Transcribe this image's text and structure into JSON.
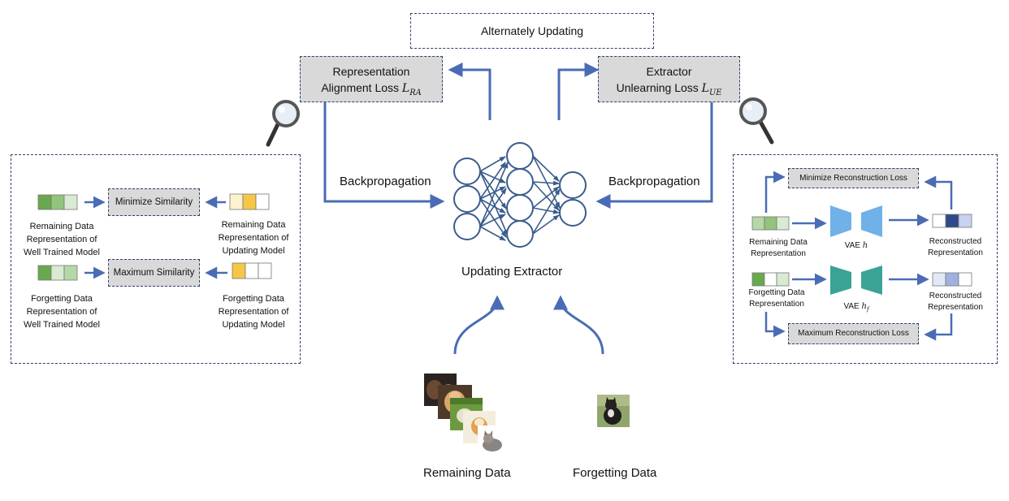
{
  "header": {
    "alternately_updating": "Alternately Updating"
  },
  "losses": {
    "ra": {
      "line1": "Representation",
      "line2_prefix": "Alignment Loss ",
      "symbol": "L",
      "subscript": "RA"
    },
    "ue": {
      "line1": "Extractor",
      "line2_prefix": "Unlearning Loss ",
      "symbol": "L",
      "subscript": "UE"
    }
  },
  "center": {
    "backprop_left": "Backpropagation",
    "backprop_right": "Backpropagation",
    "extractor_label": "Updating Extractor",
    "remaining_data": "Remaining Data",
    "forgetting_data": "Forgetting Data"
  },
  "left_panel": {
    "minimize_similarity": "Minimize Similarity",
    "maximum_similarity": "Maximum Similarity",
    "remaining_wtm": [
      "Remaining Data",
      "Representation of",
      "Well Trained Model"
    ],
    "remaining_upd": [
      "Remaining Data",
      "Representation of",
      "Updating Model"
    ],
    "forgetting_wtm": [
      "Forgetting Data",
      "Representation of",
      "Well Trained Model"
    ],
    "forgetting_upd": [
      "Forgetting Data",
      "Representation of",
      "Updating Model"
    ]
  },
  "right_panel": {
    "minimize_reconstruction": "Minimize Reconstruction Loss",
    "maximum_reconstruction": "Maximum Reconstruction Loss",
    "remaining_rep": [
      "Remaining Data",
      "Representation"
    ],
    "forgetting_rep": [
      "Forgetting Data",
      "Representation"
    ],
    "reconstructed_1": [
      "Reconstructed",
      "Representation"
    ],
    "reconstructed_2": [
      "Reconstructed",
      "Representation"
    ],
    "vae_h_prefix": "VAE ",
    "vae_h_symbol": "h",
    "vae_hf_prefix": "VAE ",
    "vae_hf_symbol": "h",
    "vae_hf_subscript": "f"
  },
  "colors": {
    "arrow": "#4a6cb5",
    "node_stroke": "#3a5c8c",
    "box_border": "#2f3f6f",
    "grey_box": "#d9d9d9",
    "green_dark": "#6aa84f",
    "green_light": "#b6d7a8",
    "green_pale": "#d9ead3",
    "yellow": "#f6c747",
    "yellow_pale": "#fdf2d0",
    "vae_blue": "#6fb1e8",
    "vae_teal": "#3aa396",
    "navy": "#2f4a8a",
    "lavender": "#c8d2ef"
  }
}
